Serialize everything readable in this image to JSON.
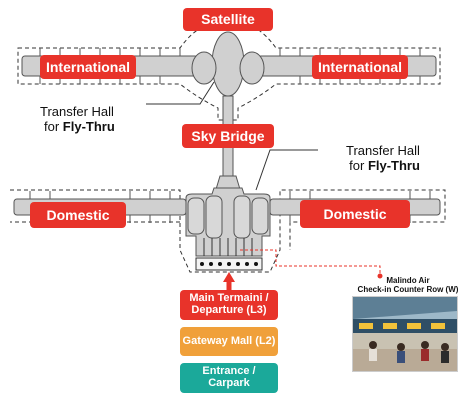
{
  "labels": {
    "satellite": "Satellite",
    "international_left": "International",
    "international_right": "International",
    "transfer_hall_left_line1": "Transfer Hall",
    "transfer_hall_left_line2_prefix": "for ",
    "transfer_hall_left_line2_bold": "Fly-Thru",
    "sky_bridge": "Sky Bridge",
    "transfer_hall_right_line1": "Transfer Hall",
    "transfer_hall_right_line2_prefix": "for ",
    "transfer_hall_right_line2_bold": "Fly-Thru",
    "domestic_left": "Domestic",
    "domestic_right": "Domestic",
    "main_terminal_line1": "Main Termaini /",
    "main_terminal_line2": "Departure (L3)",
    "gateway_mall": "Gateway Mall (L2)",
    "entrance_line1": "Entrance /",
    "entrance_line2": "Carpark",
    "malindo_line1": "Malindo Air",
    "malindo_line2": "Check-in Counter Row (W)"
  },
  "colors": {
    "red": "#e8332a",
    "orange": "#f0a03a",
    "teal": "#1ba99a",
    "building_fill": "#d0d0d0",
    "building_stroke": "#555555"
  }
}
